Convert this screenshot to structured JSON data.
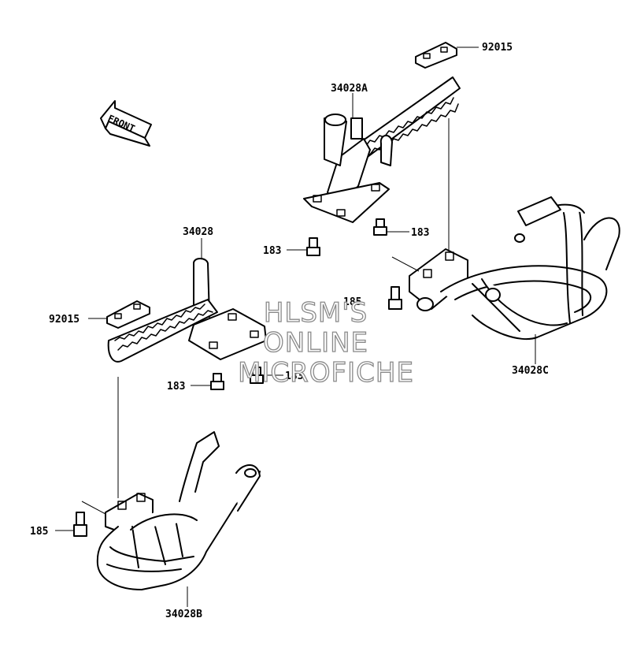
{
  "labels": {
    "front_arrow": "FRONT",
    "p34028A": "34028A",
    "p92015_top": "92015",
    "p183_a": "183",
    "p183_b": "183",
    "p185_right": "185",
    "p34028C": "34028C",
    "p34028": "34028",
    "p92015_left": "92015",
    "p183_c": "183",
    "p183_d": "183",
    "p185_left": "185",
    "p34028B": "34028B"
  },
  "watermark": {
    "line1": "HLSM'S",
    "line2": "ONLINE",
    "line3": "MICROFICHE"
  }
}
